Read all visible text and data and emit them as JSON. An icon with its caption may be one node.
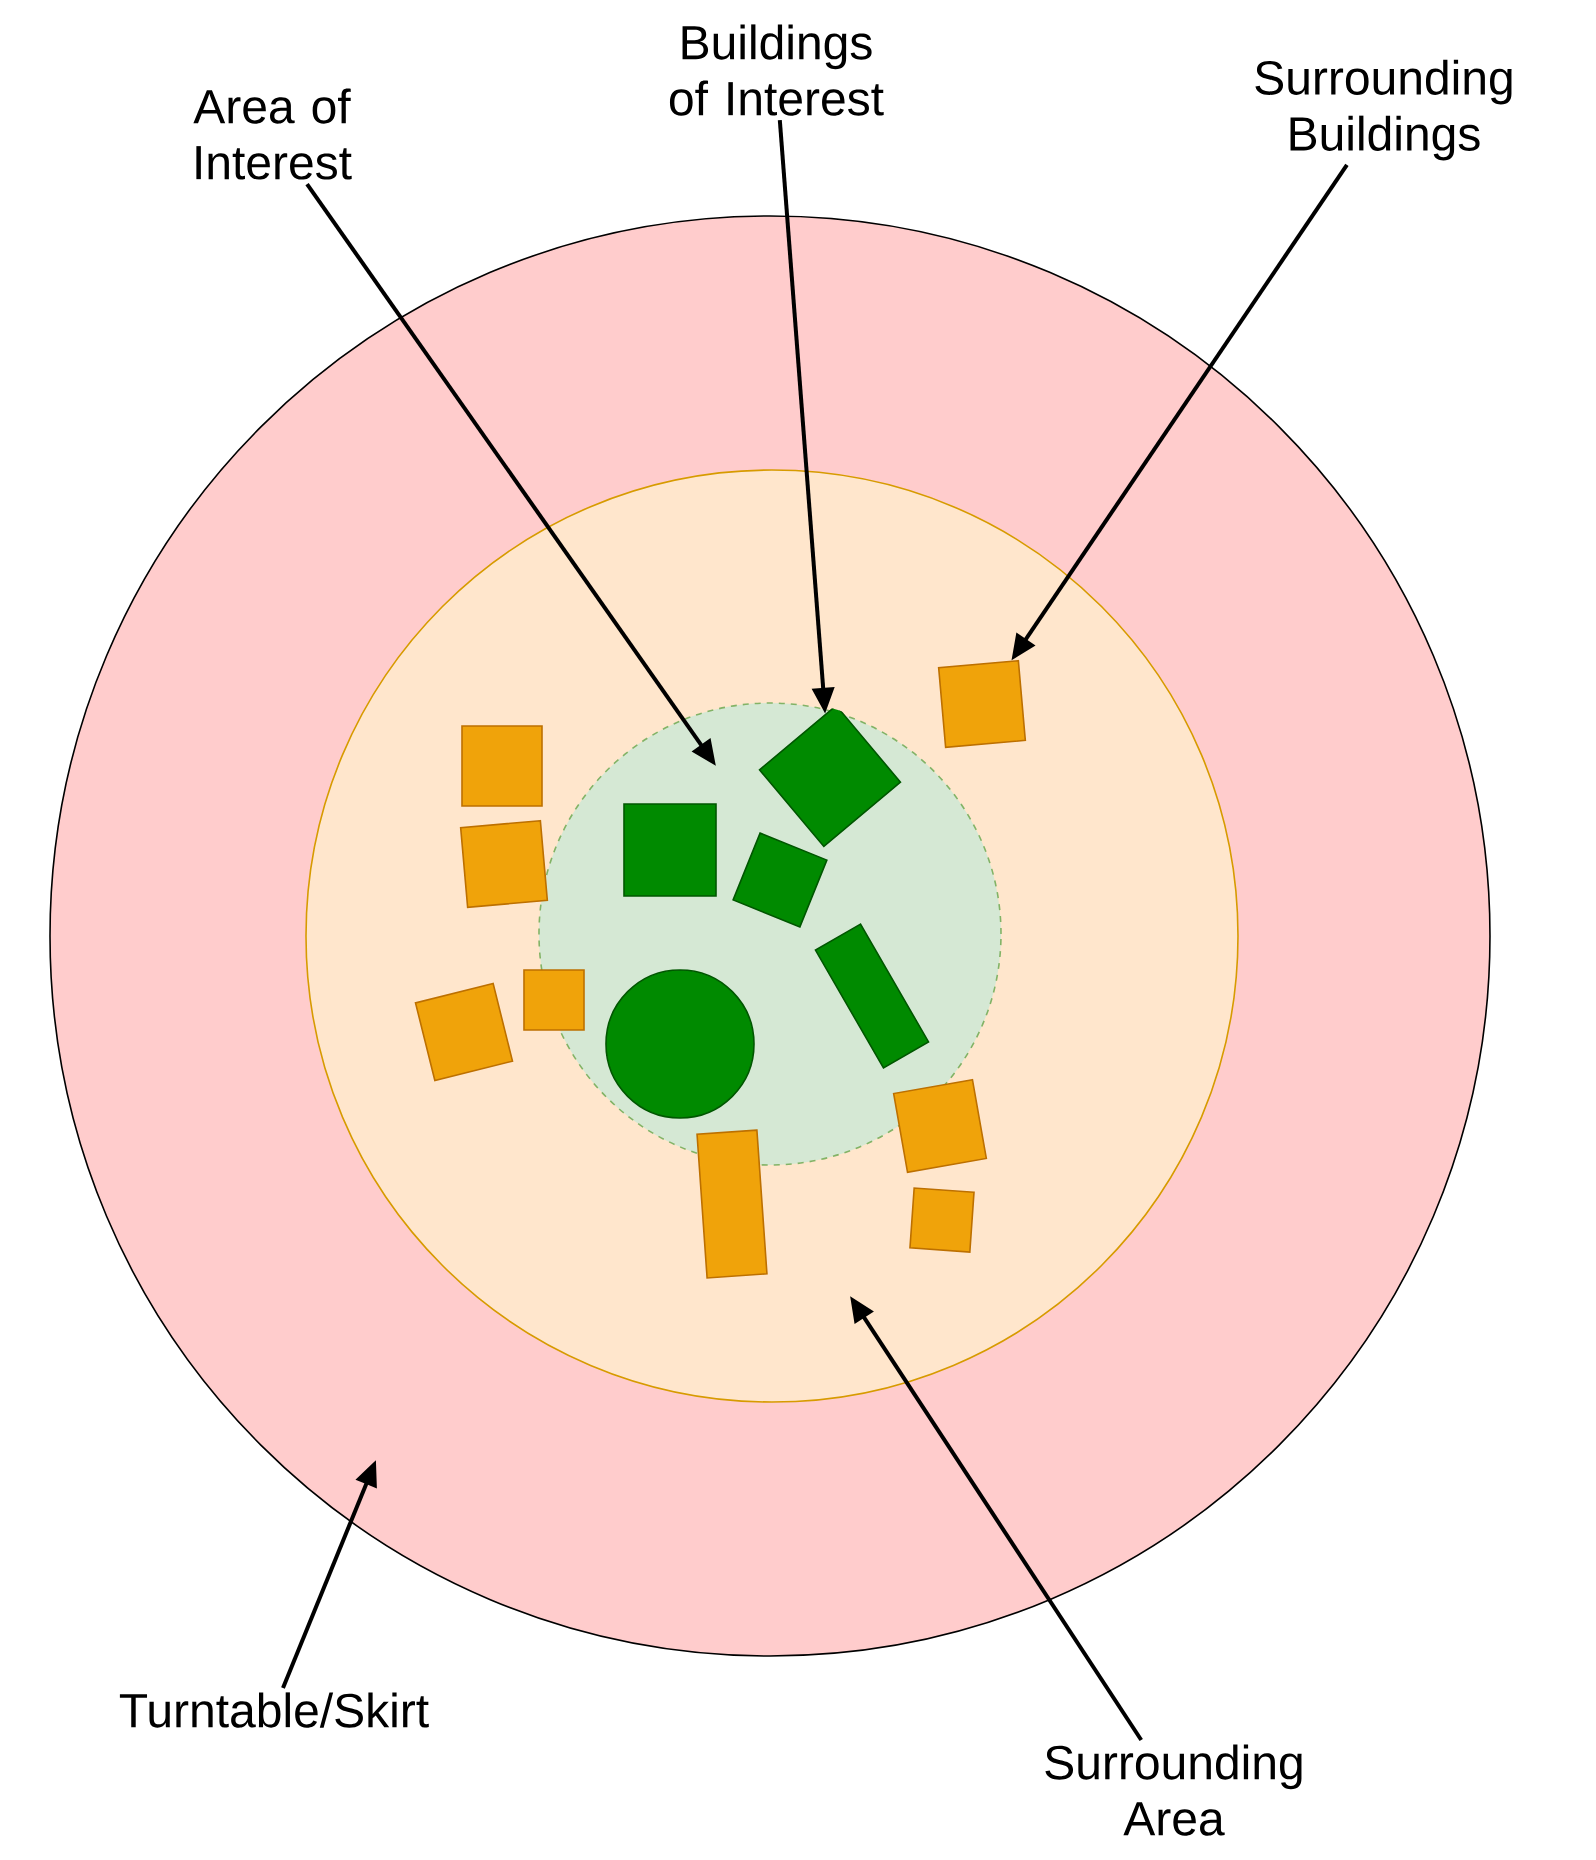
{
  "diagram": {
    "nodes": [
      {
        "text": [],
        "shape": "circle"
      },
      {
        "text": [],
        "shape": "circle",
        "in": 0
      },
      {
        "text": [],
        "shape": "circle",
        "in": 1
      },
      {
        "text": [],
        "shape": "box",
        "in": 2
      },
      {
        "text": [],
        "shape": "diamond",
        "in": 2
      },
      {
        "text": [],
        "shape": "box",
        "in": 2
      },
      {
        "text": [],
        "shape": "box",
        "in": 2
      },
      {
        "text": [],
        "shape": "circle",
        "in": 2
      },
      {
        "text": [],
        "shape": "box",
        "in": 1
      },
      {
        "text": [],
        "shape": "box",
        "in": 1
      },
      {
        "text": [],
        "shape": "box",
        "in": 1
      },
      {
        "text": [],
        "shape": "box",
        "in": 1
      },
      {
        "text": [],
        "shape": "box",
        "in": 1
      },
      {
        "text": [],
        "shape": "box",
        "in": 1
      },
      {
        "text": [],
        "shape": "box",
        "in": 1
      },
      {
        "text": [],
        "shape": "box",
        "in": 1
      },
      {
        "text": [
          "Area of Interest"
        ]
      },
      {
        "text": [
          "Buildings of Interest"
        ]
      },
      {
        "text": [
          "Surrounding Buildings"
        ]
      },
      {
        "text": [
          "Surrounding Area"
        ]
      },
      {
        "text": [
          "Turntable/Skirt"
        ]
      }
    ],
    "edges": [
      {
        "from": 16,
        "to": 2,
        "arrow": "to"
      },
      {
        "from": 17,
        "to": 4,
        "arrow": "to"
      },
      {
        "from": 18,
        "to": 12,
        "arrow": "to"
      },
      {
        "from": 19,
        "to": 1,
        "arrow": "to"
      },
      {
        "from": 20,
        "to": 0,
        "arrow": "to"
      }
    ]
  }
}
